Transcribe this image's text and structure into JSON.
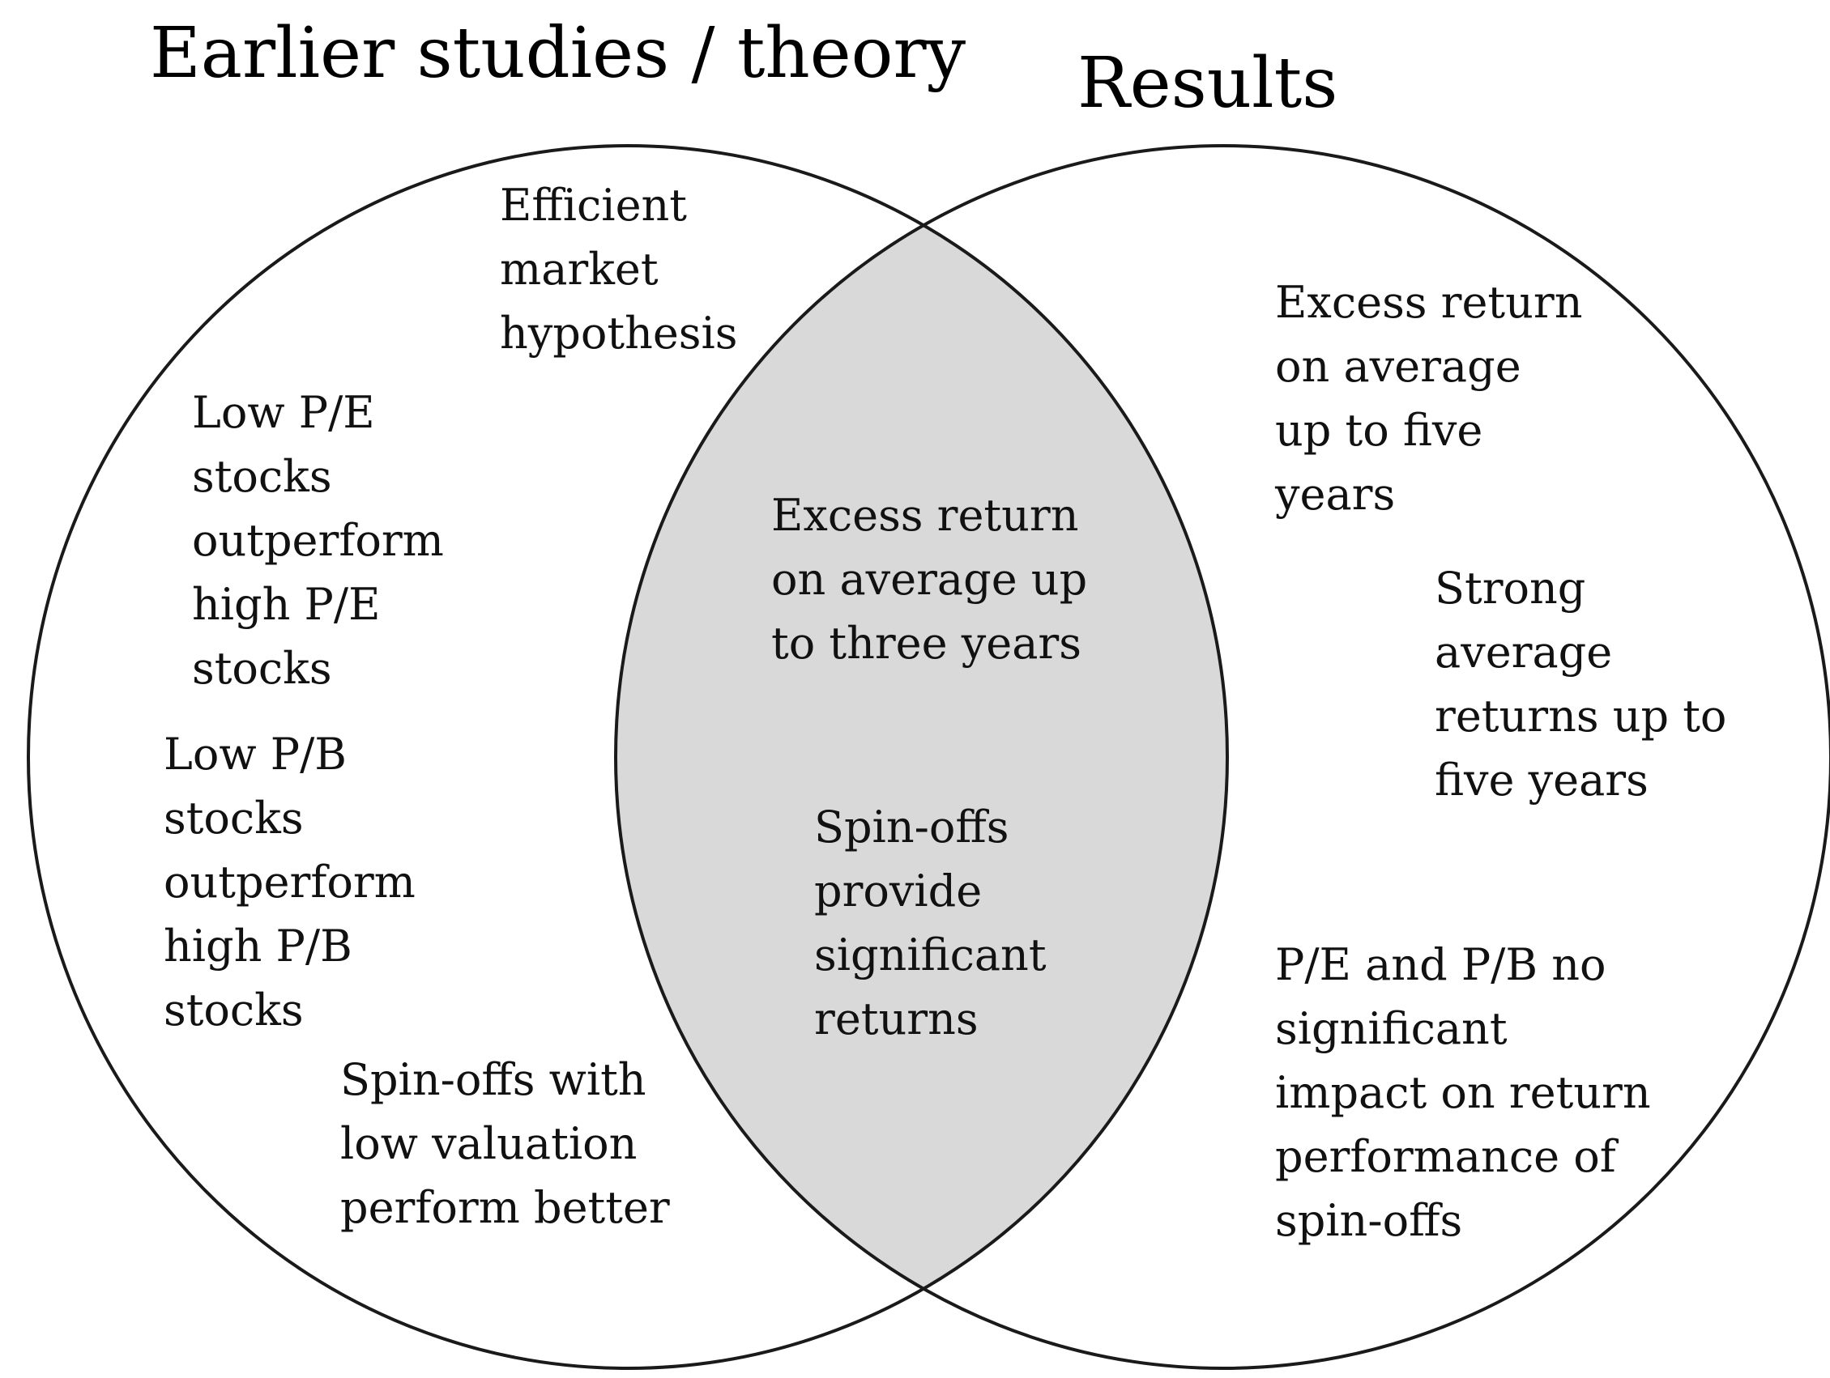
{
  "titles": {
    "left": "Earlier studies / theory",
    "right": "Results"
  },
  "left_only": {
    "efficient_market": [
      "Efficient",
      "market",
      "hypothesis"
    ],
    "low_pe": [
      "Low P/E",
      "stocks",
      "outperform",
      "high P/E",
      "stocks"
    ],
    "low_pb": [
      "Low P/B",
      "stocks",
      "outperform",
      "high P/B",
      "stocks"
    ],
    "low_valuation": [
      "Spin-offs with",
      "low valuation",
      "perform better"
    ]
  },
  "overlap": {
    "three_years": [
      "Excess return",
      "on average up",
      "to three years"
    ],
    "significant_returns": [
      "Spin-offs",
      "provide",
      "significant",
      "returns"
    ]
  },
  "right_only": {
    "five_years": [
      "Excess return",
      "on average",
      "up to five",
      "years"
    ],
    "strong_returns": [
      "Strong",
      "average",
      "returns up to",
      "five years"
    ],
    "no_impact": [
      "P/E and P/B no",
      "significant",
      "impact on return",
      "performance of",
      "spin-offs"
    ]
  },
  "colors": {
    "outline": "#1a1a1a",
    "overlap_fill": "#d9d9d9",
    "background": "#ffffff"
  }
}
